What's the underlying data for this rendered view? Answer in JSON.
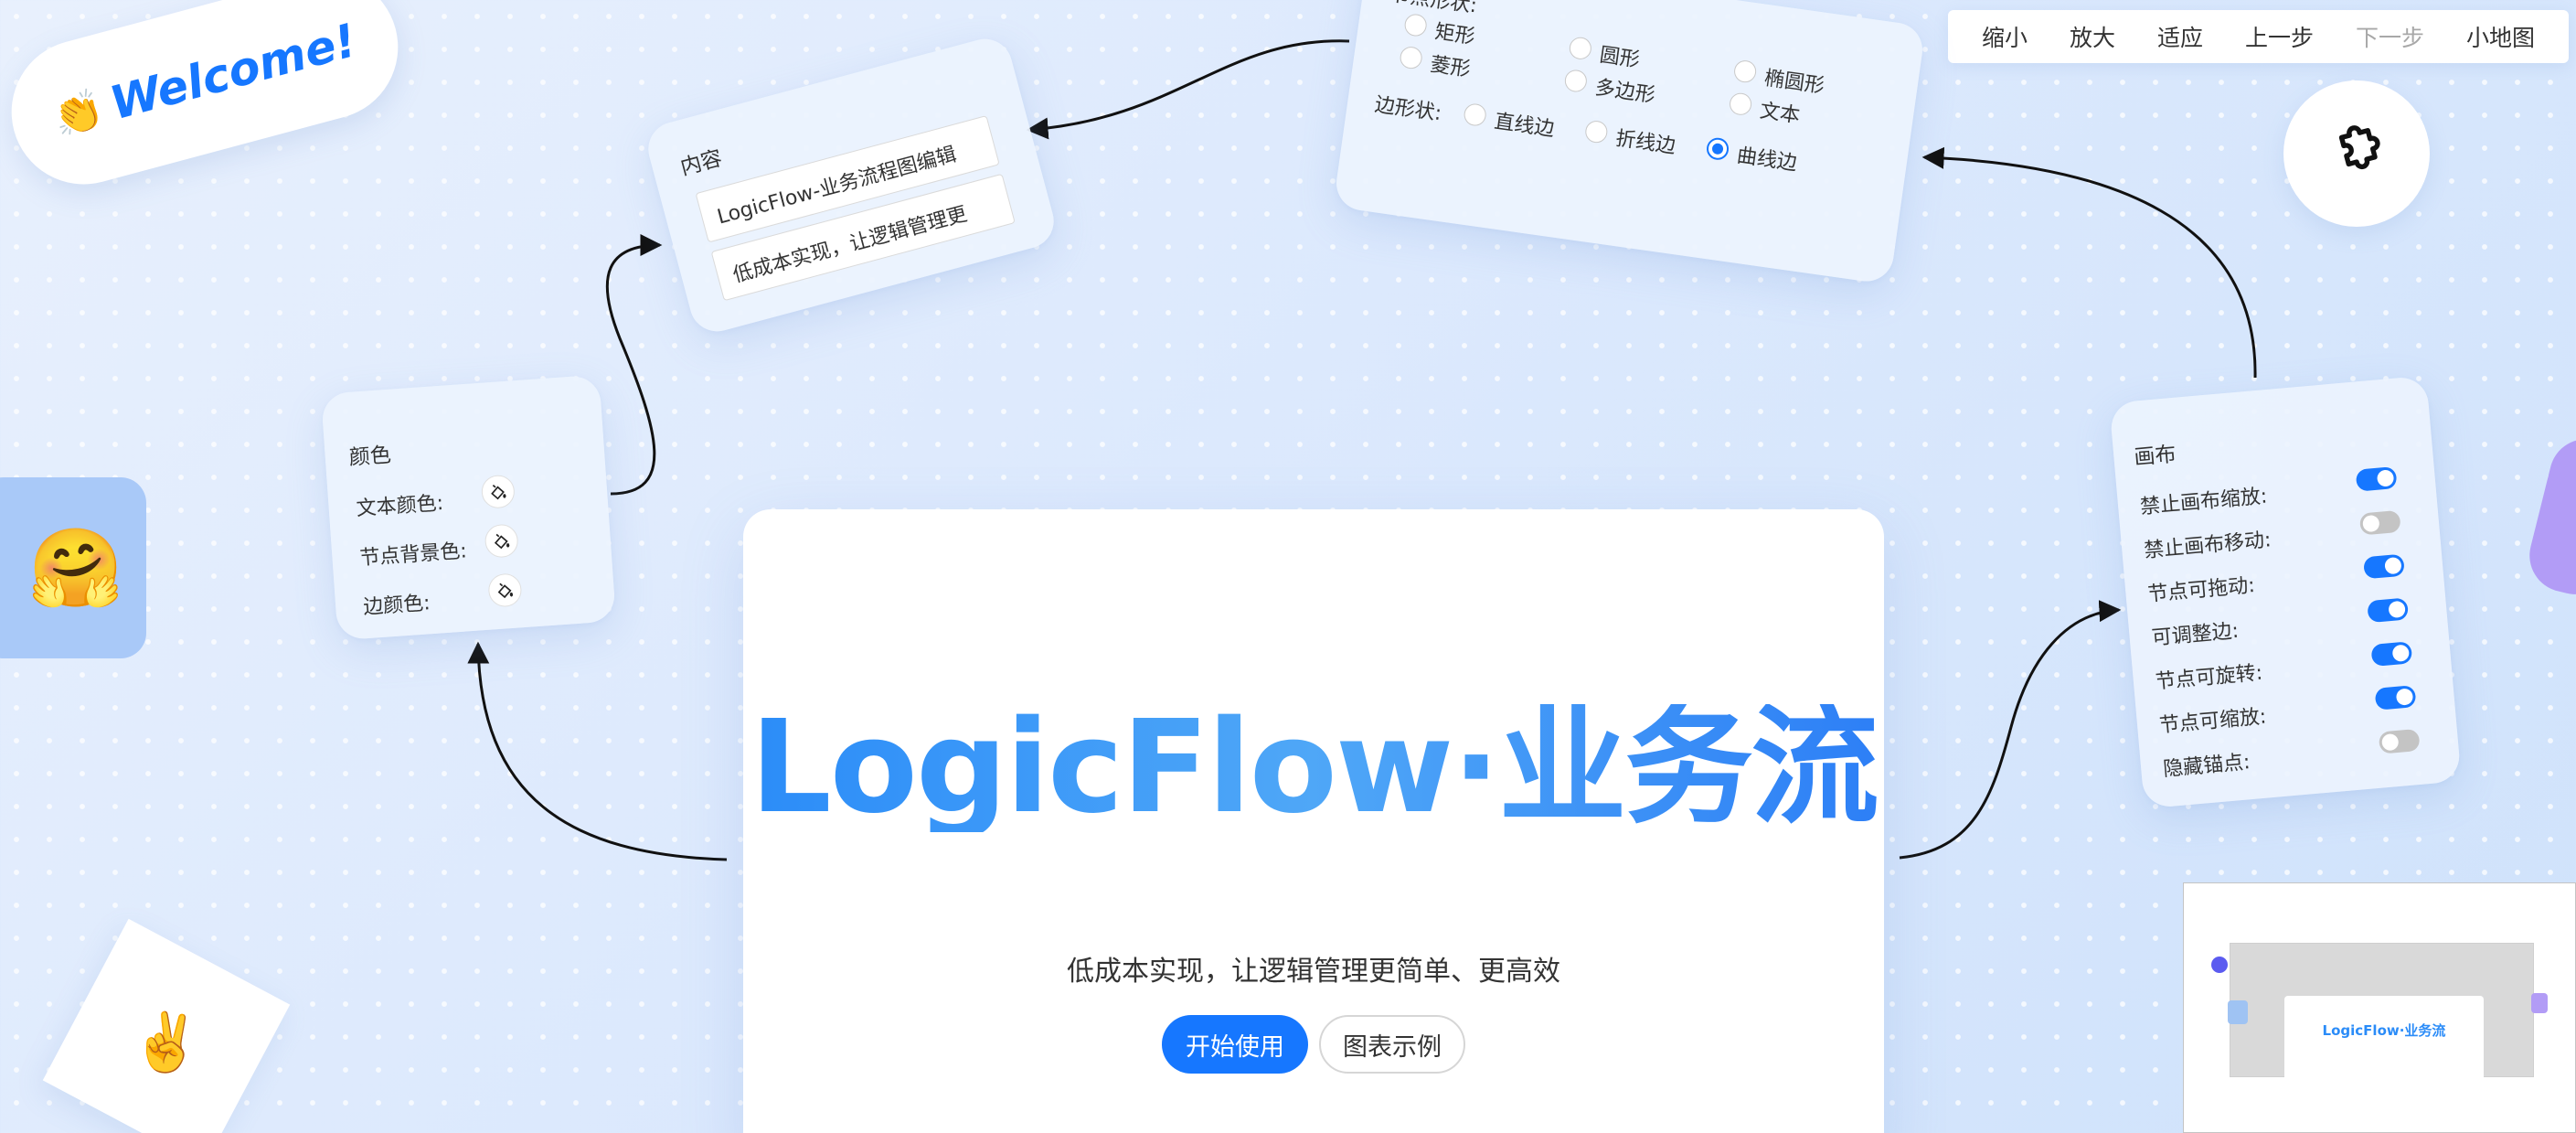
{
  "welcome": {
    "text": "Welcome!",
    "emoji": "👏"
  },
  "toolbar": {
    "items": [
      "缩小",
      "放大",
      "适应",
      "上一步",
      "下一步",
      "小地图"
    ]
  },
  "content_card": {
    "title": "内容",
    "input1": "LogicFlow-业务流程图编辑",
    "input2": "低成本实现，让逻辑管理更"
  },
  "shape_card": {
    "node_shape_label": "节点形状:",
    "node_shapes": [
      "矩形",
      "圆形",
      "椭圆形",
      "菱形",
      "多边形",
      "文本"
    ],
    "edge_shape_label": "边形状:",
    "edge_shapes": [
      "直线边",
      "折线边",
      "曲线边"
    ],
    "edge_selected": "曲线边"
  },
  "color_card": {
    "title": "颜色",
    "items": [
      "文本颜色:",
      "节点背景色:",
      "边颜色:"
    ]
  },
  "canvas_card": {
    "title": "画布",
    "toggles": [
      {
        "label": "禁止画布缩放:",
        "on": true
      },
      {
        "label": "禁止画布移动:",
        "on": false
      },
      {
        "label": "节点可拖动:",
        "on": true
      },
      {
        "label": "可调整边:",
        "on": true
      },
      {
        "label": "节点可旋转:",
        "on": true
      },
      {
        "label": "节点可缩放:",
        "on": true
      },
      {
        "label": "隐藏锚点:",
        "on": false
      }
    ]
  },
  "hero": {
    "title": "LogicFlow·业务流",
    "subtitle": "低成本实现，让逻辑管理更简单、更高效",
    "primary_button": "开始使用",
    "secondary_button": "图表示例"
  },
  "minimap": {
    "title": "LogicFlow·业务流"
  },
  "decor": {
    "hug_emoji": "🤗",
    "victory_emoji": "✌️"
  },
  "colors": {
    "accent": "#1677ff",
    "title_gradient_start": "#2b8cf8",
    "title_gradient_end": "#2d7ff6"
  },
  "icons": [
    "puzzle-icon",
    "paint-bucket-icon"
  ]
}
